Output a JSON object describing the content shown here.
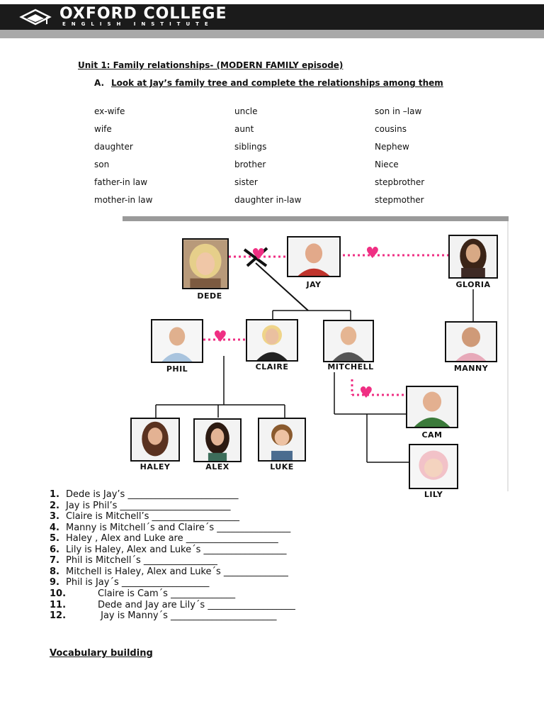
{
  "header": {
    "college": "OXFORD COLLEGE",
    "institute": "ENGLISH INSTITUTE"
  },
  "unit_title": "Unit 1: Family relationships-  (MODERN FAMILY episode)",
  "task": {
    "letter": "A.",
    "text": "Look at Jay’s family tree and complete the relationships among them"
  },
  "vocabulary": [
    [
      "ex-wife",
      "uncle",
      "son in –law"
    ],
    [
      "wife",
      "aunt",
      "cousins"
    ],
    [
      "daughter",
      "siblings",
      "Nephew"
    ],
    [
      "son",
      "brother",
      "Niece"
    ],
    [
      "father-in law",
      "sister",
      "stepbrother"
    ],
    [
      "mother-in law",
      "daughter in-law",
      "stepmother"
    ]
  ],
  "tree": {
    "names": {
      "dede": "DEDE",
      "jay": "JAY",
      "gloria": "GLORIA",
      "phil": "PHIL",
      "claire": "CLAIRE",
      "mitchell": "MITCHELL",
      "manny": "MANNY",
      "cam": "CAM",
      "haley": "HALEY",
      "alex": "ALEX",
      "luke": "LUKE",
      "lily": "LILY"
    },
    "heart_color": "#ef2f83"
  },
  "questions": [
    {
      "num": "1.",
      "text": "Dede is Jay’s ________________________"
    },
    {
      "num": "2.",
      "text": "Jay is Phil’s ________________________"
    },
    {
      "num": "3.",
      "text": "Claire is Mitchell’s ___________________"
    },
    {
      "num": "4.",
      "text": "Manny is Mitchell´s and Claire´s ________________"
    },
    {
      "num": "5.",
      "text": "Haley , Alex and Luke are ____________________"
    },
    {
      "num": "6.",
      "text": "Lily is Haley, Alex and Luke´s __________________"
    },
    {
      "num": "7.",
      "text": "Phil is Mitchell´s ________________"
    },
    {
      "num": "8.",
      "text": "Mitchell is Haley, Alex and Luke´s ______________"
    },
    {
      "num": "9.",
      "text": "Phil is Jay´s ___________________"
    },
    {
      "num": "10.",
      "text": "Claire is Cam´s ______________"
    },
    {
      "num": "11.",
      "text": "Dede and Jay are Lily´s ___________________"
    },
    {
      "num": "12.",
      "text": " Jay is Manny´s _______________________"
    }
  ],
  "vocabulary_heading": "Vocabulary building "
}
